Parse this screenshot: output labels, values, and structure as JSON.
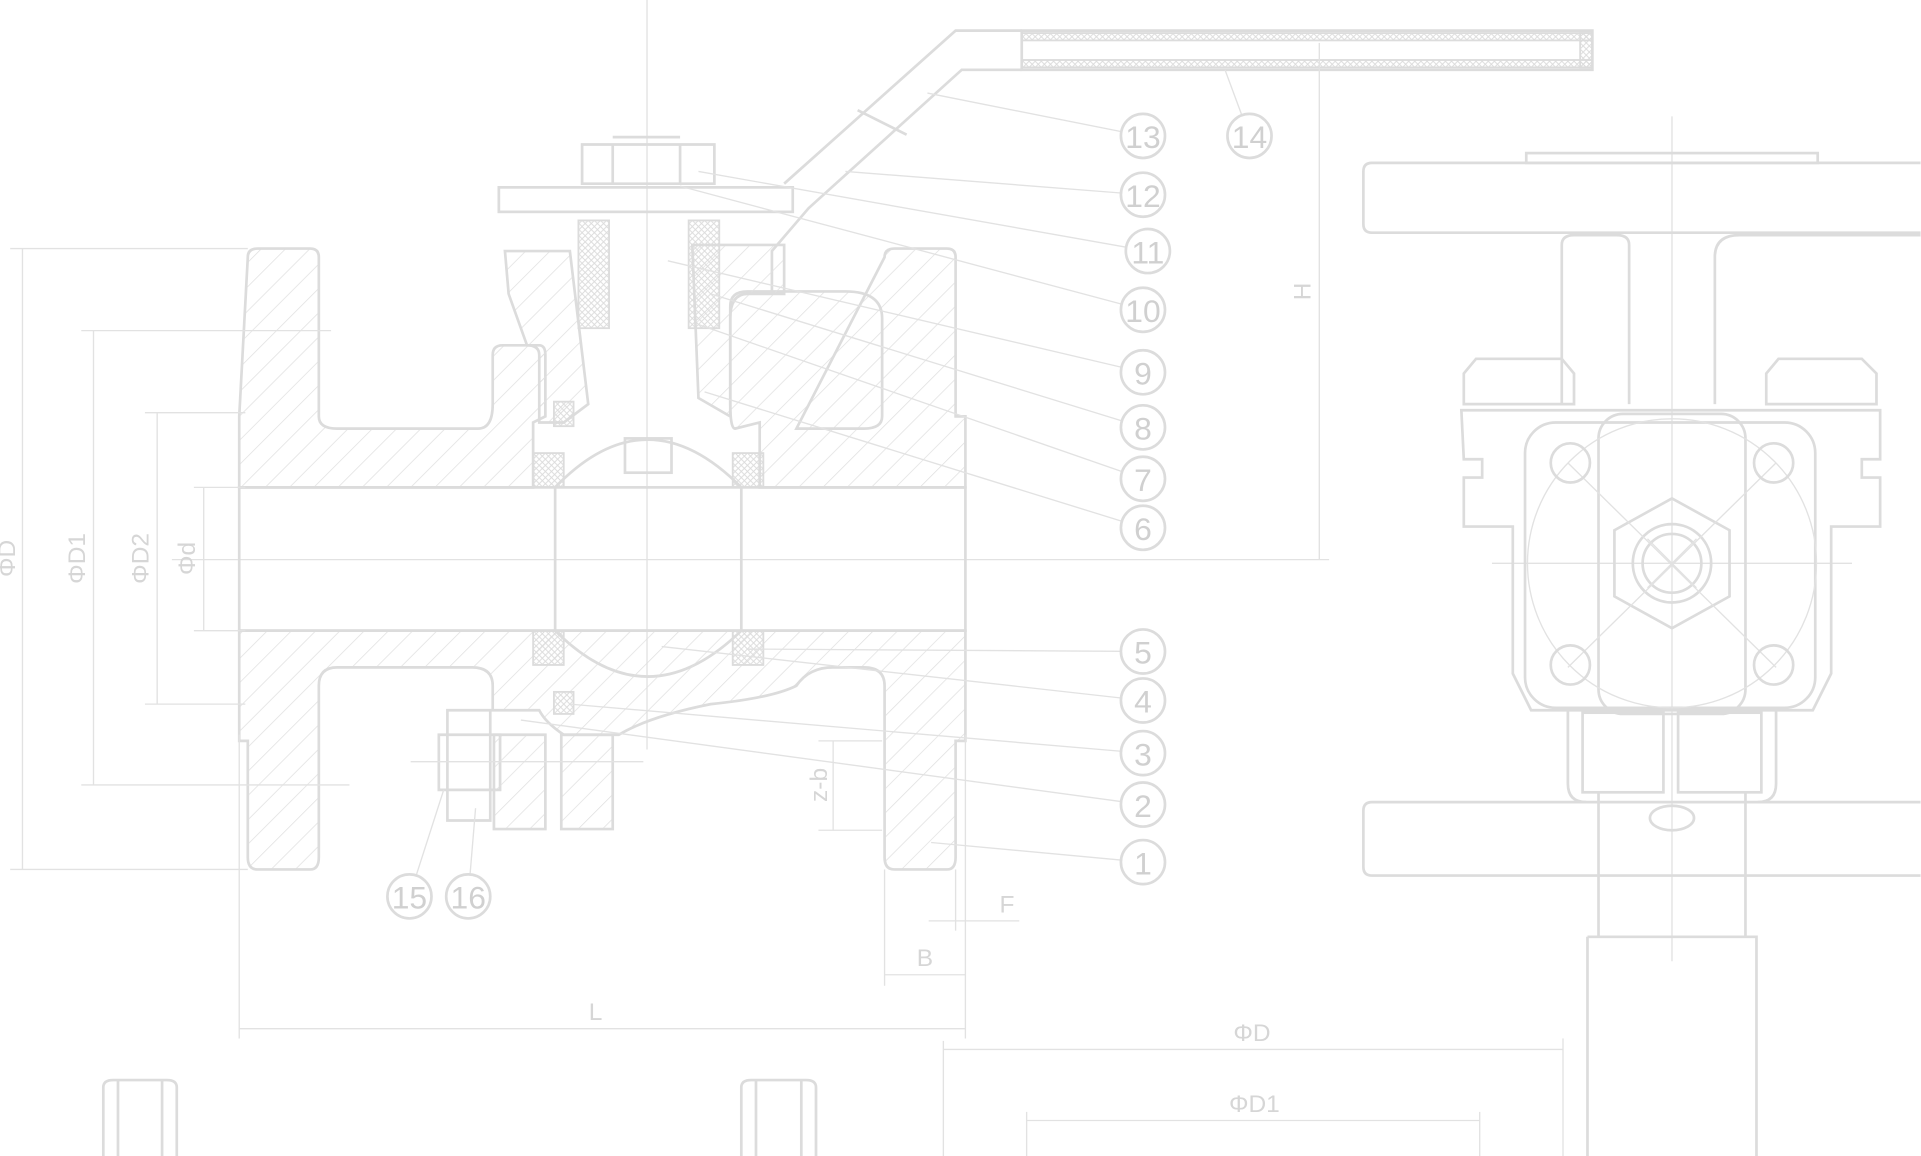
{
  "drawing": {
    "callouts": [
      "1",
      "2",
      "3",
      "4",
      "5",
      "6",
      "7",
      "8",
      "9",
      "10",
      "11",
      "12",
      "13",
      "14",
      "15",
      "16"
    ],
    "dimensions": {
      "H": "H",
      "L": "L",
      "B": "B",
      "F": "F",
      "zb": "z-b",
      "D_left": "ΦD",
      "D1_left": "ΦD1",
      "D2_left": "ΦD2",
      "d_left": "Φd",
      "D_bottom": "ΦD",
      "D1_bottom": "ΦD1"
    },
    "line_color": "#dcdcdc"
  }
}
